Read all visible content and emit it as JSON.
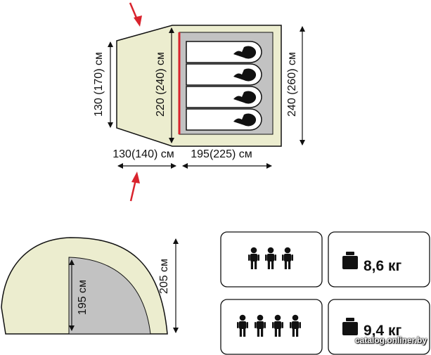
{
  "floor_plan": {
    "vestibule_outer_height": "130 (170) см",
    "vestibule_inner_height": "220 (240) см",
    "inner_tent_height": "240 (260) см",
    "vestibule_length": "130(140) см",
    "inner_tent_length": "195(225) см"
  },
  "side_view": {
    "inner_height": "195 см",
    "outer_height": "205 см"
  },
  "specs": [
    {
      "persons": 3,
      "weight": "8,6 кг"
    },
    {
      "persons": 4,
      "weight": "9,4 кг"
    }
  ],
  "watermark": "catalog.onliner.by",
  "colors": {
    "tent_fill": "#ecedcf",
    "inner_fill": "#c2c2c2",
    "accent_red": "#d9232d",
    "outline": "#111111"
  }
}
